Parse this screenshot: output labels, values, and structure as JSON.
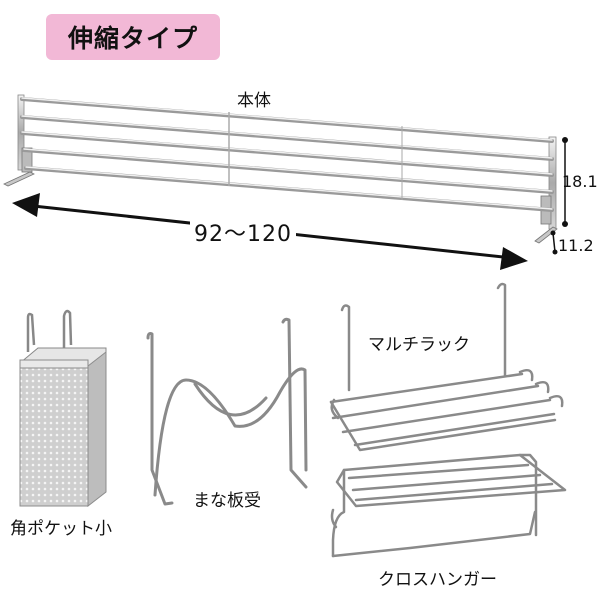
{
  "badge": {
    "text": "伸縮タイプ"
  },
  "main_item": {
    "label": "本体"
  },
  "dimensions": {
    "width": "92～120",
    "height": "18.1",
    "depth": "11.2"
  },
  "accessories": [
    {
      "label": "角ポケット小"
    },
    {
      "label": "まな板受"
    },
    {
      "label": "マルチラック"
    },
    {
      "label": "クロスハンガー"
    }
  ]
}
